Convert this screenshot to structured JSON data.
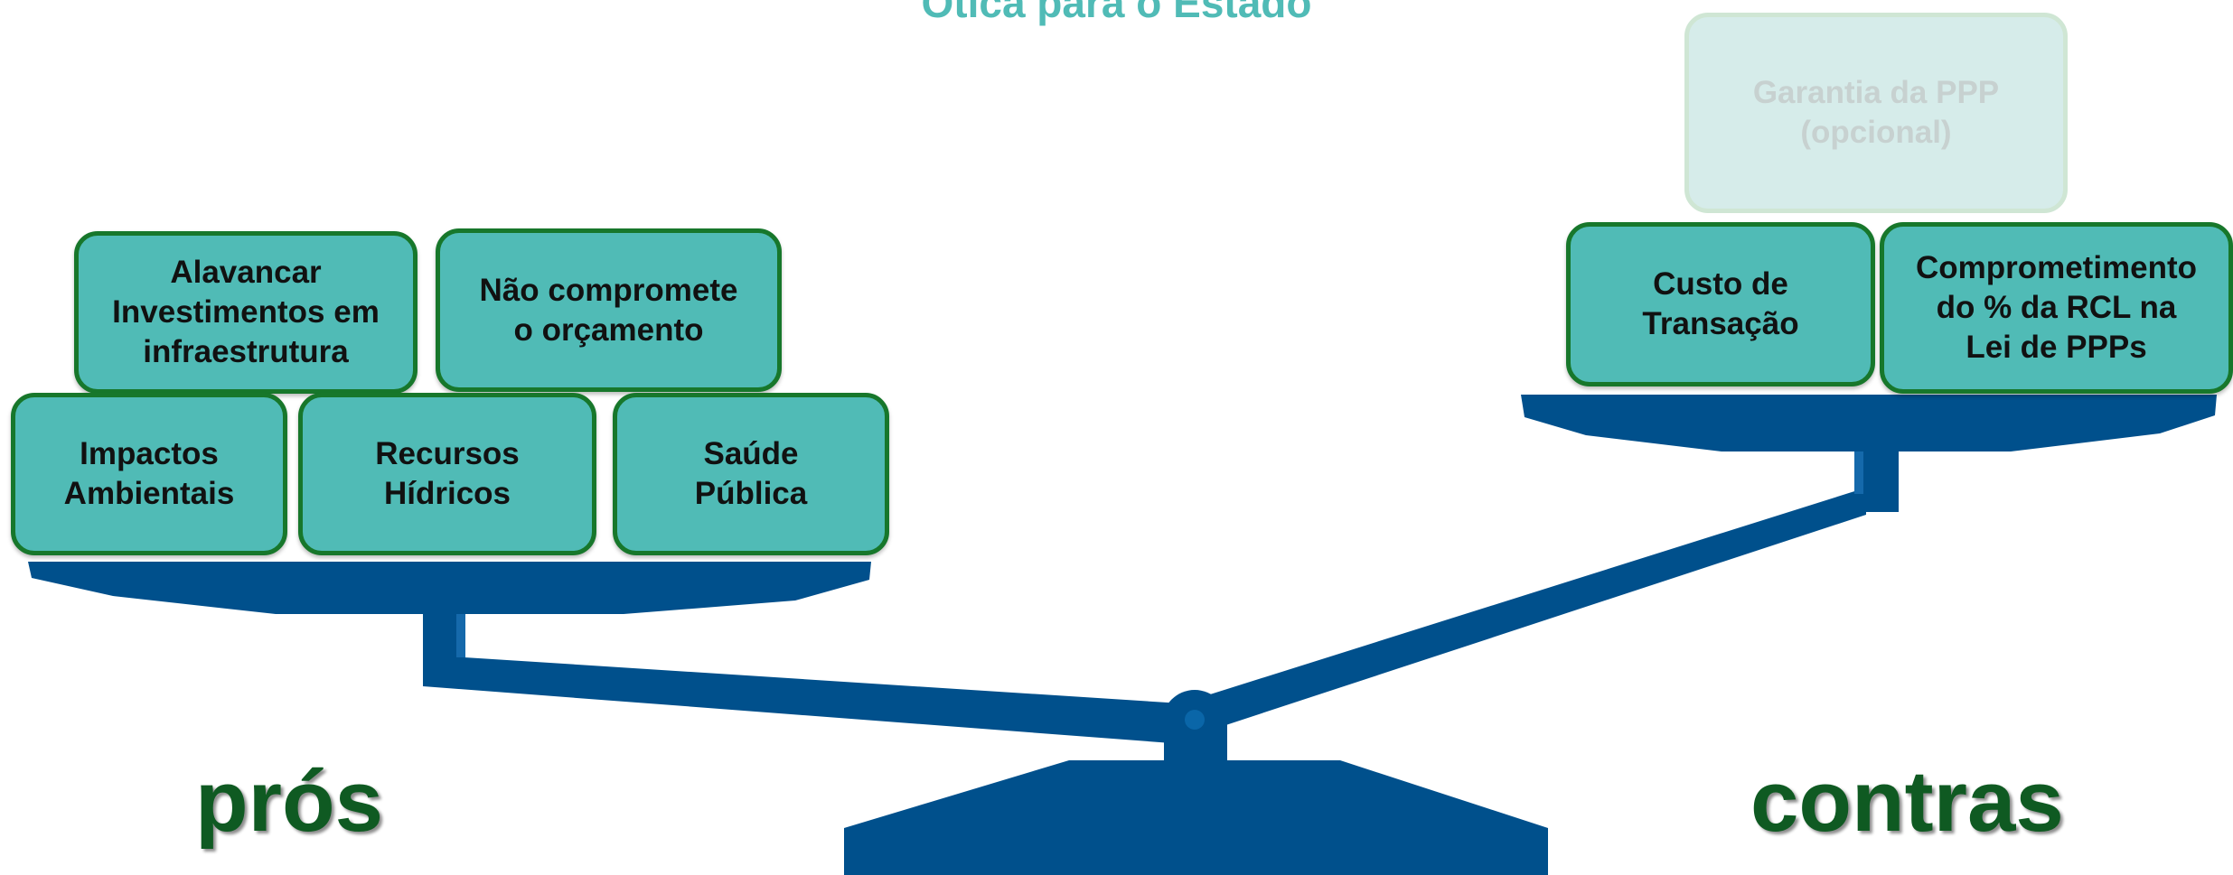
{
  "title": "Ótica para o Estado",
  "pros": {
    "label": "prós",
    "items": [
      "Alavancar\nInvestimentos em\ninfraestrutura",
      "Não compromete\no orçamento",
      "Impactos\nAmbientais",
      "Recursos\nHídricos",
      "Saúde\nPública"
    ]
  },
  "contras": {
    "label": "contras",
    "items": [
      "Custo de\nTransação",
      "Comprometimento\ndo % da RCL na\nLei de PPPs"
    ],
    "optional_item": "Garantia da PPP\n(opcional)"
  },
  "colors": {
    "box_fill": "#50bbb6",
    "box_border": "#17772b",
    "scale_blue": "#00508c",
    "label_green": "#0f5a22",
    "title_teal": "#50bbb6"
  }
}
